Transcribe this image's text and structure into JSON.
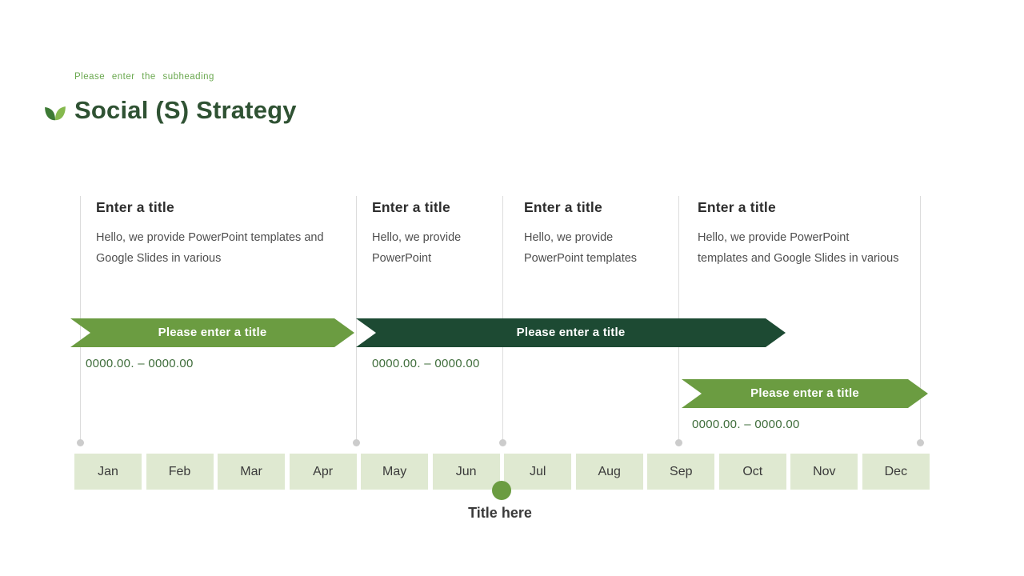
{
  "header": {
    "subheading": "Please enter the subheading",
    "title": "Social (S) Strategy"
  },
  "columns": [
    {
      "title": "Enter a title",
      "body": [
        "Hello, we provide PowerPoint templates and",
        "Google Slides in various"
      ]
    },
    {
      "title": "Enter a title",
      "body": [
        "Hello, we provide",
        "PowerPoint"
      ]
    },
    {
      "title": "Enter a title",
      "body": [
        "Hello, we provide",
        "PowerPoint templates"
      ]
    },
    {
      "title": "Enter a title",
      "body": [
        "Hello, we provide PowerPoint",
        "templates and Google Slides in various"
      ]
    }
  ],
  "banners": [
    {
      "label": "Please enter a title",
      "date": "0000.00. – 0000.00",
      "color": "#6b9c41"
    },
    {
      "label": "Please enter a title",
      "date": "0000.00. – 0000.00",
      "color": "#1d4a33"
    },
    {
      "label": "Please enter a title",
      "date": "0000.00. – 0000.00",
      "color": "#6b9c41"
    }
  ],
  "months": [
    "Jan",
    "Feb",
    "Mar",
    "Apr",
    "May",
    "Jun",
    "Jul",
    "Aug",
    "Sep",
    "Oct",
    "Nov",
    "Dec"
  ],
  "marker": {
    "label": "Title here"
  },
  "colors": {
    "accent_green": "#6b9c41",
    "dark_green": "#1d4a33",
    "title_green": "#2f5233",
    "subheading_green": "#6aa84f",
    "date_green": "#3f6d3b",
    "month_bg": "#dfe9d1",
    "connector_gray": "#dcdcdc"
  }
}
